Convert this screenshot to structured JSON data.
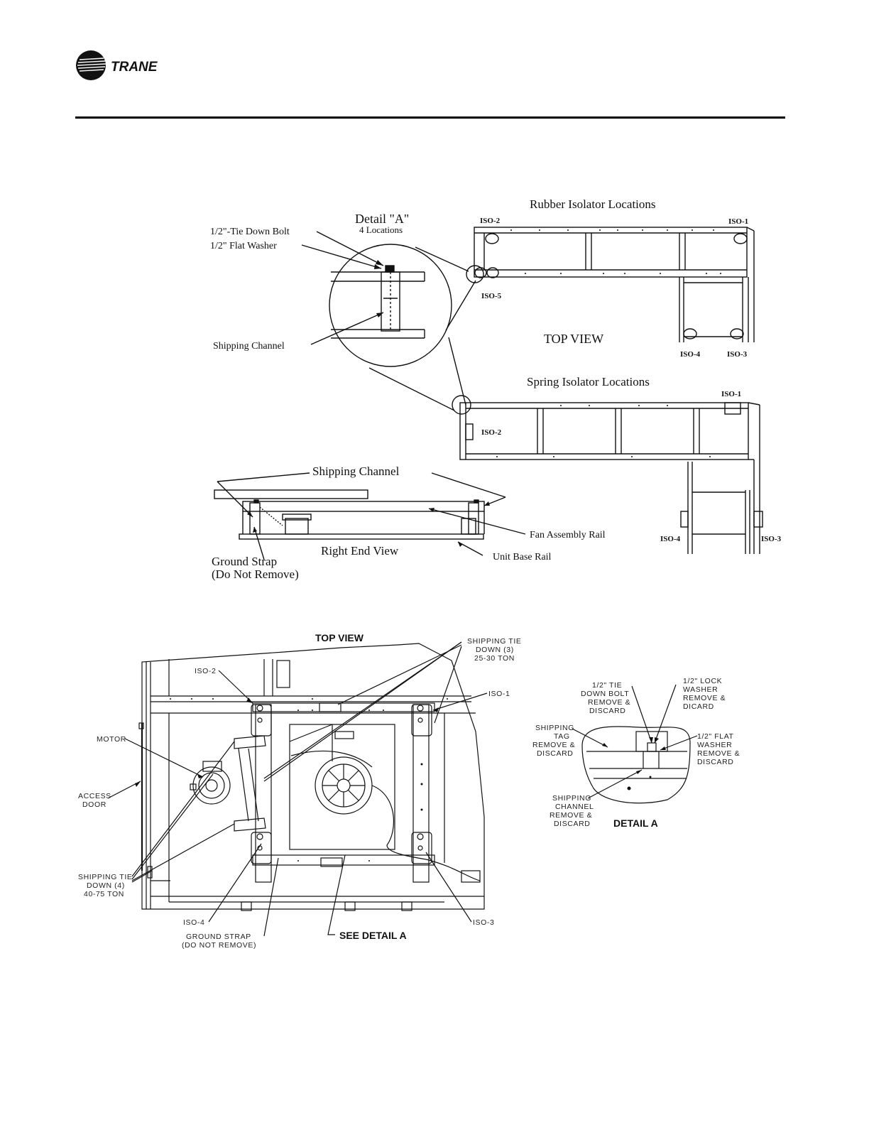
{
  "header": {
    "brand": "TRANE"
  },
  "upper_diagram": {
    "detail_title": "Detail \"A\"",
    "detail_sub": "4 Locations",
    "tie_down_bolt": "1/2\"-Tie Down Bolt",
    "flat_washer": "1/2\" Flat Washer",
    "shipping_channel_detail": "Shipping Channel",
    "rubber_title": "Rubber Isolator Locations",
    "top_view": "TOP VIEW",
    "spring_title": "Spring Isolator Locations",
    "iso1": "ISO-1",
    "iso2": "ISO-2",
    "iso3": "ISO-3",
    "iso4": "ISO-4",
    "iso5": "ISO-5",
    "shipping_channel_end": "Shipping Channel",
    "fan_assembly_rail": "Fan Assembly Rail",
    "right_end_view": "Right End View",
    "unit_base_rail": "Unit Base Rail",
    "ground_strap": "Ground Strap",
    "do_not_remove": "(Do Not Remove)"
  },
  "lower_diagram": {
    "top_view": "TOP VIEW",
    "tie_down_3_a": "SHIPPING TIE",
    "tie_down_3_b": "DOWN (3)",
    "tie_down_3_c": "25-30 TON",
    "iso2": "ISO-2",
    "iso1": "ISO-1",
    "motor": "MOTOR",
    "access_a": "ACCESS",
    "access_b": "DOOR",
    "tie_down_4_a": "SHIPPING TIE",
    "tie_down_4_b": "DOWN (4)",
    "tie_down_4_c": "40-75 TON",
    "iso4": "ISO-4",
    "ground_a": "GROUND STRAP",
    "ground_b": "(DO NOT REMOVE)",
    "see_detail": "SEE DETAIL A",
    "iso3": "ISO-3"
  },
  "detail_a": {
    "bolt_1": "1/2\" TIE",
    "bolt_2": "DOWN BOLT",
    "bolt_3": "REMOVE &",
    "bolt_4": "DISCARD",
    "lock_1": "1/2\" LOCK",
    "lock_2": "WASHER",
    "lock_3": "REMOVE &",
    "lock_4": "DICARD",
    "tag_1": "SHIPPING",
    "tag_2": "TAG",
    "tag_3": "REMOVE &",
    "tag_4": "DISCARD",
    "flat_1": "1/2\" FLAT",
    "flat_2": "WASHER",
    "flat_3": "REMOVE &",
    "flat_4": "DISCARD",
    "chan_1": "SHIPPING",
    "chan_2": "CHANNEL",
    "chan_3": "REMOVE &",
    "chan_4": "DISCARD",
    "title": "DETAIL A"
  }
}
